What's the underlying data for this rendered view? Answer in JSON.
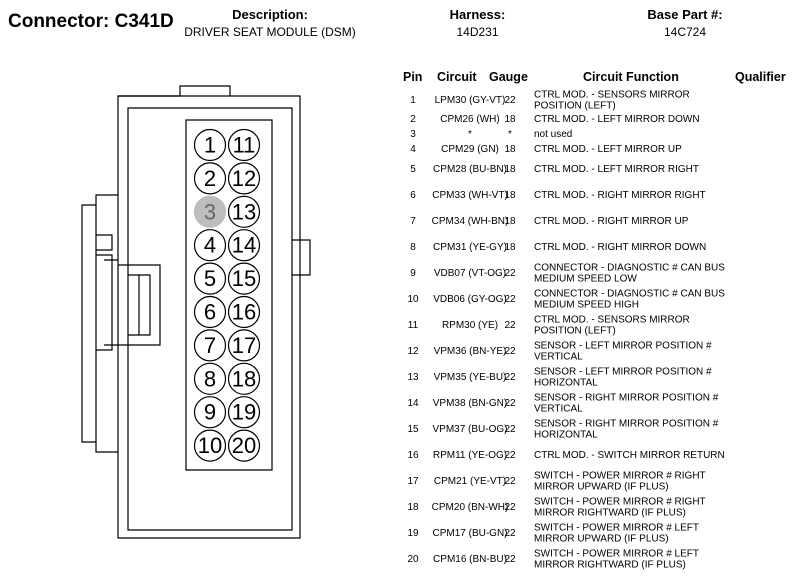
{
  "header": {
    "connector_label": "Connector: C341D",
    "description_label": "Description:",
    "description_value": "DRIVER SEAT MODULE (DSM)",
    "harness_label": "Harness:",
    "harness_value": "14D231",
    "base_part_label": "Base Part #:",
    "base_part_value": "14C724"
  },
  "table": {
    "headers": {
      "pin": "Pin",
      "circuit": "Circuit",
      "gauge": "Gauge",
      "function": "Circuit Function",
      "qualifier": "Qualifier"
    },
    "rows": [
      {
        "pin": "1",
        "circuit": "LPM30 (GY-VT)",
        "gauge": "22",
        "function": "CTRL MOD. - SENSORS MIRROR POSITION (LEFT)"
      },
      {
        "pin": "2",
        "circuit": "CPM26 (WH)",
        "gauge": "18",
        "function": "CTRL MOD. - LEFT MIRROR DOWN"
      },
      {
        "pin": "3",
        "circuit": "*",
        "gauge": "*",
        "function": "not used"
      },
      {
        "pin": "4",
        "circuit": "CPM29 (GN)",
        "gauge": "18",
        "function": "CTRL MOD. - LEFT MIRROR UP"
      },
      {
        "pin": "5",
        "circuit": "CPM28 (BU-BN)",
        "gauge": "18",
        "function": "CTRL MOD. - LEFT MIRROR RIGHT"
      },
      {
        "pin": "6",
        "circuit": "CPM33 (WH-VT)",
        "gauge": "18",
        "function": "CTRL MOD. - RIGHT MIRROR RIGHT"
      },
      {
        "pin": "7",
        "circuit": "CPM34 (WH-BN)",
        "gauge": "18",
        "function": "CTRL MOD. - RIGHT MIRROR UP"
      },
      {
        "pin": "8",
        "circuit": "CPM31 (YE-GY)",
        "gauge": "18",
        "function": "CTRL MOD. - RIGHT MIRROR DOWN"
      },
      {
        "pin": "9",
        "circuit": "VDB07 (VT-OG)",
        "gauge": "22",
        "function": "CONNECTOR - DIAGNOSTIC # CAN BUS MEDIUM SPEED LOW"
      },
      {
        "pin": "10",
        "circuit": "VDB06 (GY-OG)",
        "gauge": "22",
        "function": "CONNECTOR - DIAGNOSTIC # CAN BUS MEDIUM SPEED HIGH"
      },
      {
        "pin": "11",
        "circuit": "RPM30 (YE)",
        "gauge": "22",
        "function": "CTRL MOD. - SENSORS MIRROR POSITION (LEFT)"
      },
      {
        "pin": "12",
        "circuit": "VPM36 (BN-YE)",
        "gauge": "22",
        "function": "SENSOR - LEFT MIRROR POSITION # VERTICAL"
      },
      {
        "pin": "13",
        "circuit": "VPM35 (YE-BU)",
        "gauge": "22",
        "function": "SENSOR - LEFT MIRROR POSITION # HORIZONTAL"
      },
      {
        "pin": "14",
        "circuit": "VPM38 (BN-GN)",
        "gauge": "22",
        "function": "SENSOR - RIGHT MIRROR POSITION # VERTICAL"
      },
      {
        "pin": "15",
        "circuit": "VPM37 (BU-OG)",
        "gauge": "22",
        "function": "SENSOR - RIGHT MIRROR POSITION # HORIZONTAL"
      },
      {
        "pin": "16",
        "circuit": "RPM11 (YE-OG)",
        "gauge": "22",
        "function": "CTRL MOD. - SWITCH MIRROR RETURN"
      },
      {
        "pin": "17",
        "circuit": "CPM21 (YE-VT)",
        "gauge": "22",
        "function": "SWITCH - POWER MIRROR # RIGHT MIRROR UPWARD (IF PLUS)"
      },
      {
        "pin": "18",
        "circuit": "CPM20 (BN-WH)",
        "gauge": "22",
        "function": "SWITCH - POWER MIRROR # RIGHT MIRROR RIGHTWARD (IF PLUS)"
      },
      {
        "pin": "19",
        "circuit": "CPM17 (BU-GN)",
        "gauge": "22",
        "function": "SWITCH - POWER MIRROR # LEFT MIRROR UPWARD (IF PLUS)"
      },
      {
        "pin": "20",
        "circuit": "CPM16 (BN-BU)",
        "gauge": "22",
        "function": "SWITCH - POWER MIRROR # LEFT MIRROR RIGHTWARD (IF PLUS)"
      }
    ]
  },
  "connector": {
    "left_column": [
      "1",
      "2",
      "3",
      "4",
      "5",
      "6",
      "7",
      "8",
      "9",
      "10"
    ],
    "right_column": [
      "11",
      "12",
      "13",
      "14",
      "15",
      "16",
      "17",
      "18",
      "19",
      "20"
    ],
    "unused_pins": [
      "3"
    ],
    "unused_fill": "#bdbdbd"
  }
}
